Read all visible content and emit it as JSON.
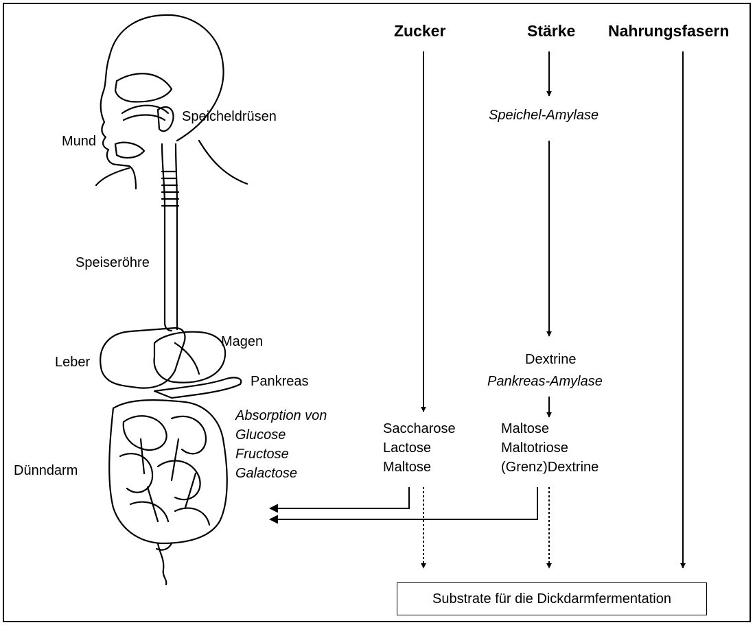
{
  "headers": {
    "sugar": "Zucker",
    "starch": "Stärke",
    "fiber": "Nahrungsfasern"
  },
  "anatomy": {
    "salivary_glands": "Speicheldrüsen",
    "mouth": "Mund",
    "esophagus": "Speiseröhre",
    "stomach": "Magen",
    "liver": "Leber",
    "pancreas": "Pankreas",
    "small_intestine": "Dünndarm"
  },
  "absorption": [
    "Absorption von",
    "Glucose",
    "Fructose",
    "Galactose"
  ],
  "enzymes": {
    "salivary_amylase": "Speichel-Amylase",
    "pancreatic_amylase": "Pankreas-Amylase"
  },
  "dextrine": "Dextrine",
  "sugars_list": [
    "Saccharose",
    "Lactose",
    "Maltose"
  ],
  "starch_products": [
    "Maltose",
    "Maltotriose",
    "(Grenz)Dextrine"
  ],
  "result": "Substrate für die Dickdarmfermentation"
}
